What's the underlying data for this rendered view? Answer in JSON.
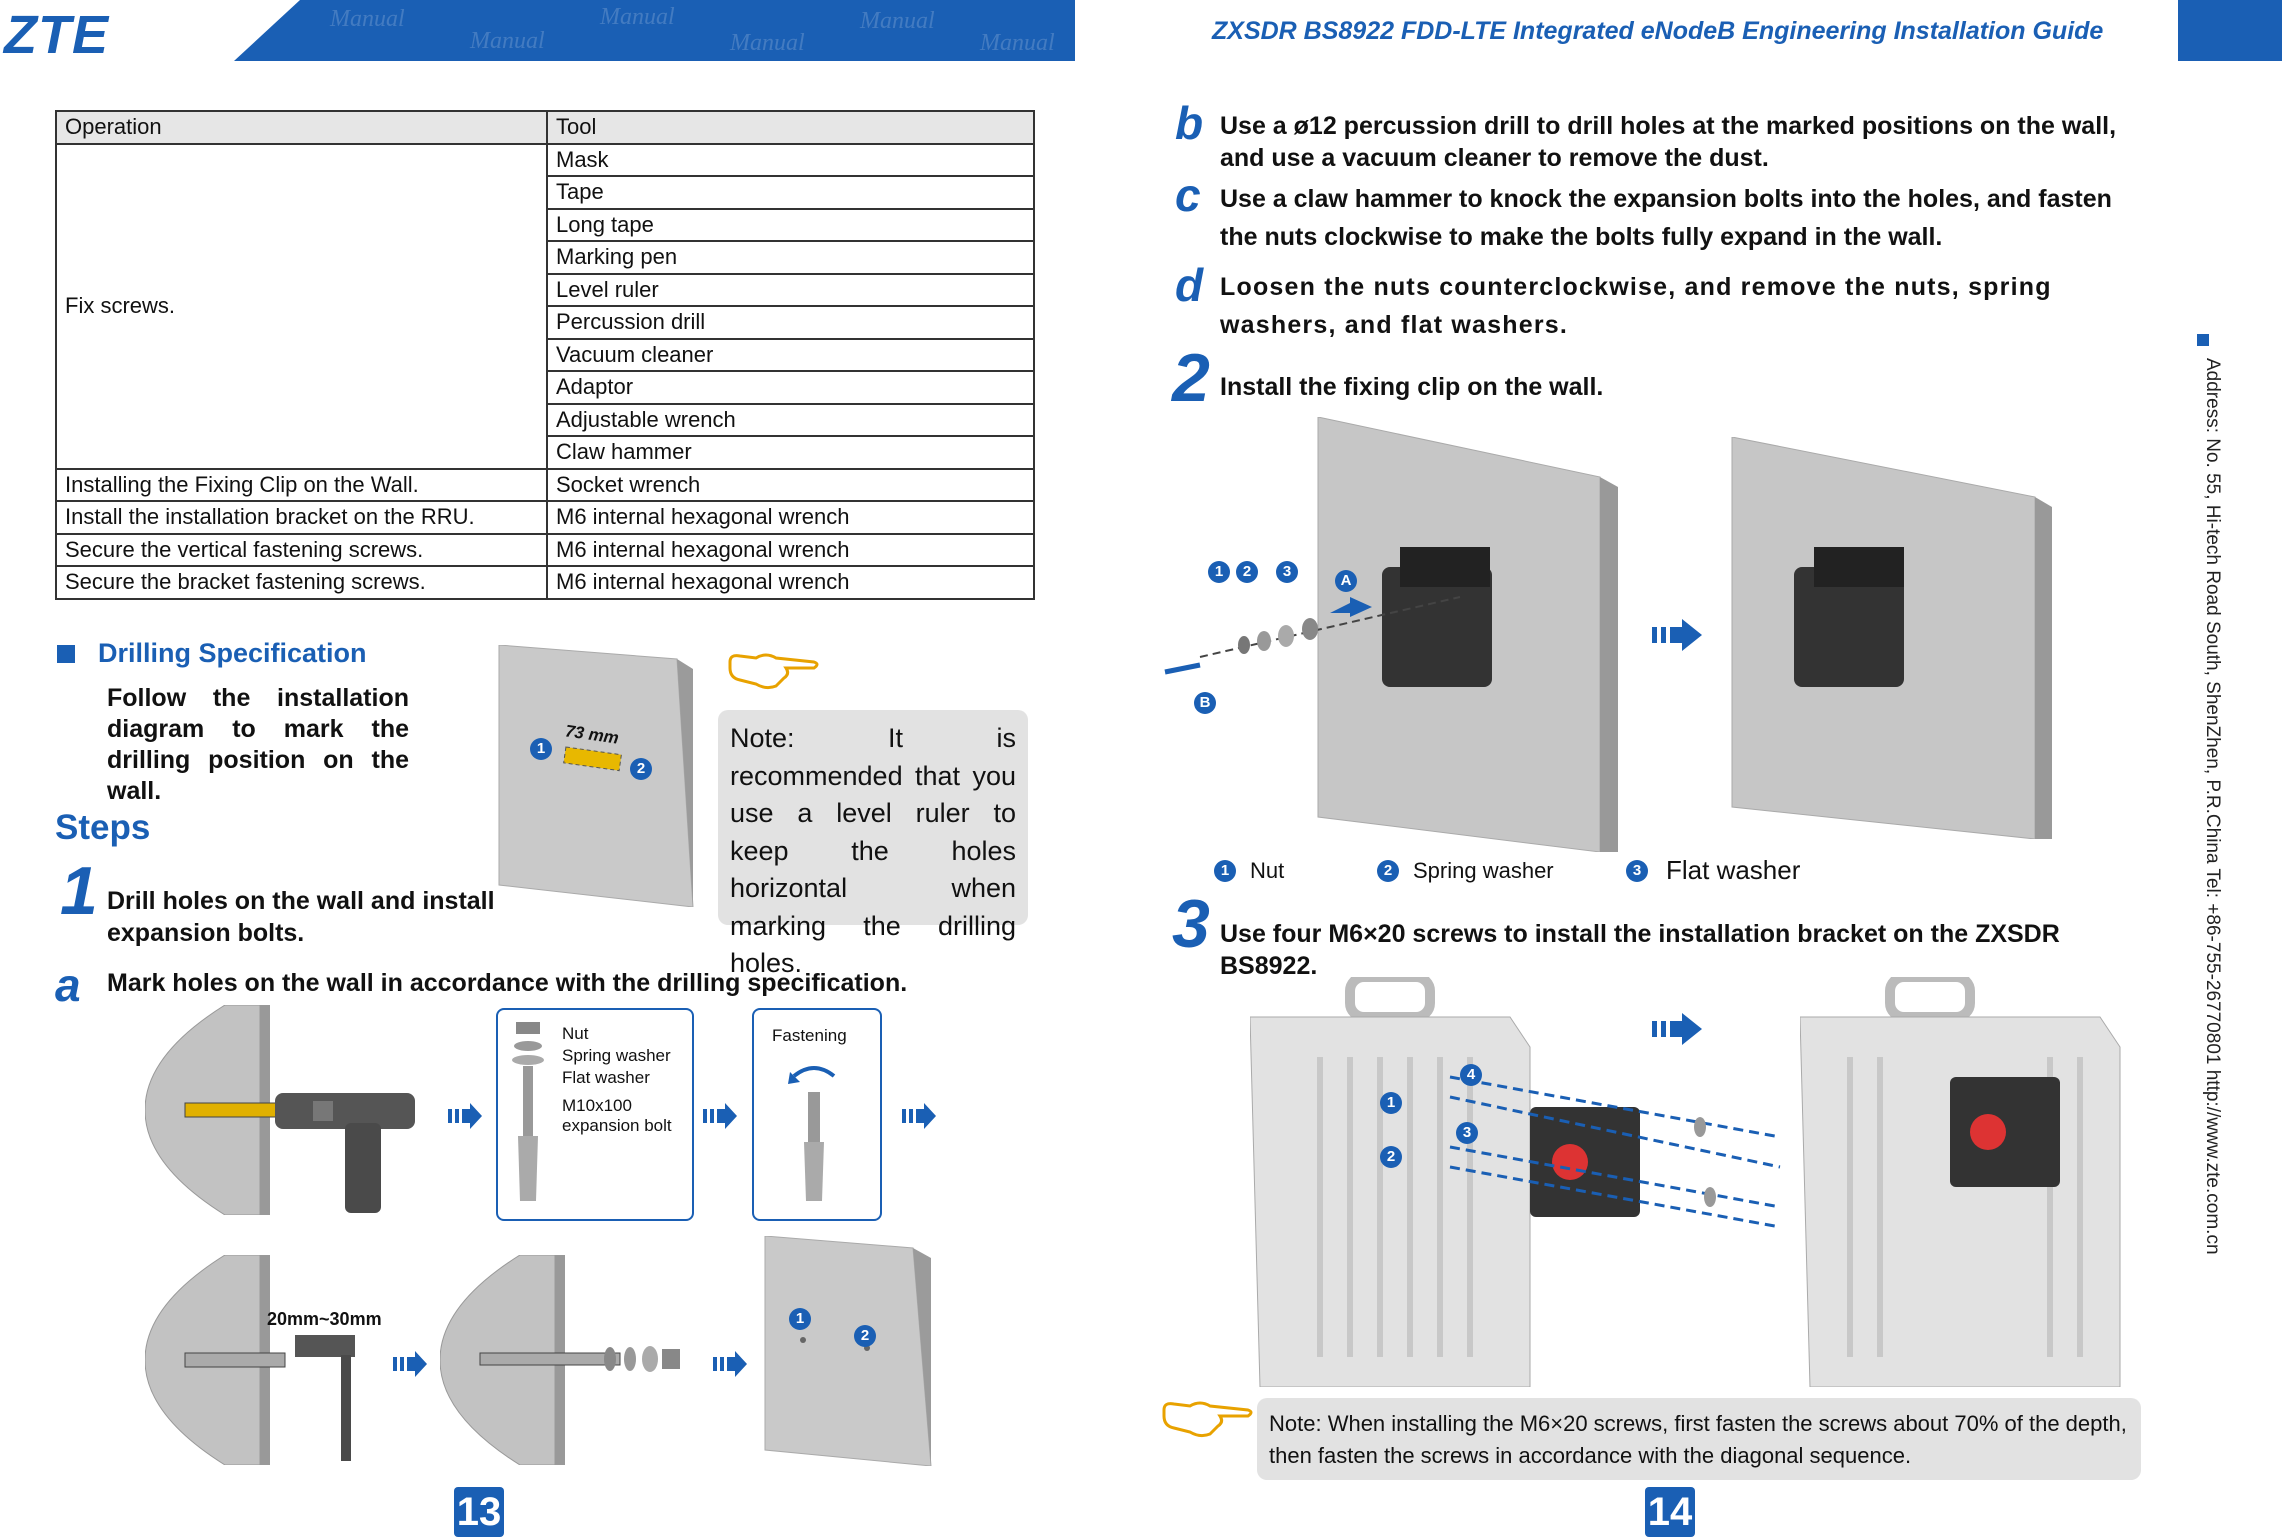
{
  "header": {
    "logo": "ZTE",
    "watermark": "Manual",
    "title": "ZXSDR BS8922 FDD-LTE Integrated eNodeB Engineering Installation Guide"
  },
  "table": {
    "headers": [
      "Operation",
      "Tool"
    ],
    "group_operation": "Fix screws.",
    "group_tools": [
      "Mask",
      "Tape",
      "Long tape",
      "Marking pen",
      "Level ruler",
      "Percussion drill",
      "Vacuum cleaner",
      "Adaptor",
      "Adjustable wrench",
      "Claw hammer"
    ],
    "rows": [
      {
        "op": "Installing the Fixing Clip on the Wall.",
        "tool": "Socket wrench"
      },
      {
        "op": "Install the installation bracket on the RRU.",
        "tool": "M6 internal hexagonal wrench"
      },
      {
        "op": "Secure the vertical fastening screws.",
        "tool": "M6 internal hexagonal wrench"
      },
      {
        "op": "Secure the bracket fastening screws.",
        "tool": "M6 internal hexagonal wrench"
      }
    ]
  },
  "drilling": {
    "title": "Drilling Specification",
    "text": "Follow the installation diagram to mark the drilling position on the wall.",
    "dimension": "73 mm"
  },
  "note1": "Note: It is recommended that you use a level ruler to keep the holes horizontal when marking the drilling holes.",
  "steps_title": "Steps",
  "step1": {
    "num": "1",
    "text": "Drill holes on the wall and install expansion bolts."
  },
  "step_a": {
    "letter": "a",
    "text": "Mark holes on the wall in accordance with the drilling specification."
  },
  "step_b": {
    "letter": "b",
    "text": "Use a ø12 percussion drill to drill holes at the marked positions on the wall, and use a vacuum cleaner to remove the dust."
  },
  "step_c": {
    "letter": "c",
    "text": "Use a claw hammer to knock the expansion bolts into the holes, and fasten the nuts clockwise to make the bolts fully expand in the wall."
  },
  "step_d": {
    "letter": "d",
    "text": "Loosen the nuts counterclockwise, and remove the nuts, spring washers, and flat washers."
  },
  "step2": {
    "num": "2",
    "text": "Install the fixing clip on the wall."
  },
  "step3": {
    "num": "3",
    "text": "Use four M6×20 screws to install the installation bracket on the ZXSDR BS8922."
  },
  "bolt_parts": [
    "Nut",
    "Spring washer",
    "Flat washer",
    "M10x100",
    "expansion bolt"
  ],
  "fastening_label": "Fastening",
  "depth_label": "20mm~30mm",
  "clip_labels": {
    "a": "A",
    "b": "B"
  },
  "legend": [
    {
      "num": "1",
      "label": "Nut"
    },
    {
      "num": "2",
      "label": "Spring washer"
    },
    {
      "num": "3",
      "label": "Flat washer"
    }
  ],
  "markers": [
    "1",
    "2",
    "3",
    "4"
  ],
  "note2": "Note: When installing the M6×20 screws, first fasten the screws about 70% of the depth, then fasten the screws in accordance with the diagonal sequence.",
  "page_left": "13",
  "page_right": "14",
  "sidebar": "Address: No. 55, Hi-tech Road South, ShenZhen, P.R.China    Tel: +86-755-26770801    http://www.zte.com.cn",
  "colors": {
    "brand": "#1a5fb4",
    "note_bg": "#e2e2e2",
    "tape": "#e8b800"
  }
}
